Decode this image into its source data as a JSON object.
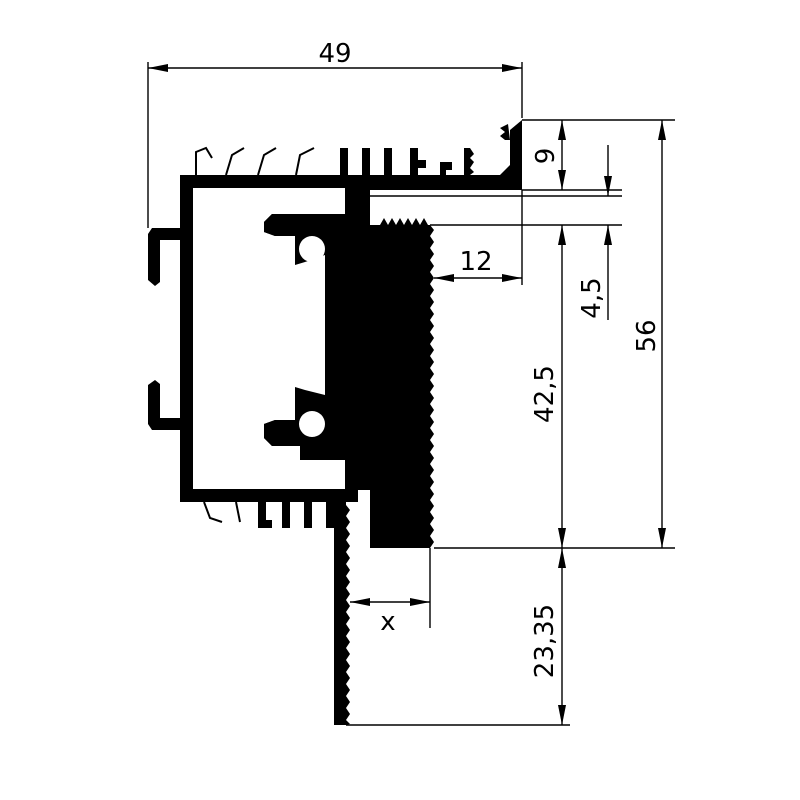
{
  "dimensions": {
    "overall_width": "49",
    "top_lip": "9",
    "gap": "4,5",
    "overall_height": "56",
    "inner_depth": "12",
    "body_height": "42,5",
    "leg_height": "23,35",
    "leg_offset": "x"
  },
  "colors": {
    "profile": "#000000",
    "background": "#ffffff"
  }
}
